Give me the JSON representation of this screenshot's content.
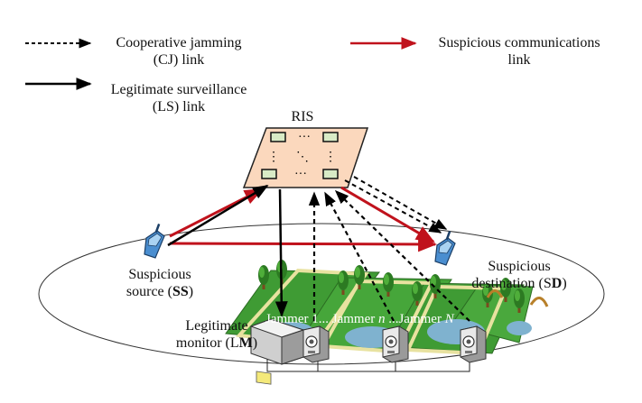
{
  "legend": {
    "cj": {
      "line1": "Cooperative jamming",
      "line2": "(CJ) link"
    },
    "ls": {
      "line1": "Legitimate surveillance",
      "line2": "(LS) link"
    },
    "sc": {
      "line1": "Suspicious communications",
      "line2": "link"
    }
  },
  "ris": {
    "label": "RIS",
    "dots_h": "···",
    "dots_v": "⋮",
    "dots_d": "⋱"
  },
  "source": {
    "line1": "Suspicious",
    "line2_pre": "source (",
    "line2_bold": "SS",
    "line2_post": ")"
  },
  "destination": {
    "line1": "Suspicious",
    "line2_pre": "destination (S",
    "line2_bold": "D",
    "line2_post": ")"
  },
  "monitor": {
    "line1": "Legitimate",
    "line2_pre": "monitor (L",
    "line2_bold": "M",
    "line2_post": ")"
  },
  "jammers": {
    "j1": "Jammer 1",
    "sep1": "... ",
    "jn_pre": "Jammer ",
    "jn_var": "n",
    "sep2": " ...",
    "jN_pre": "Jammer ",
    "jN_var": "N"
  },
  "colors": {
    "suspicious_link": "#c0121c",
    "ris_fill": "#fbd8bd",
    "terrain": "#3f9b34",
    "water": "#7fb2cf"
  },
  "icons": [
    "phone-icon",
    "monitor-device-icon",
    "jammer-device-icon",
    "tree-icon"
  ]
}
